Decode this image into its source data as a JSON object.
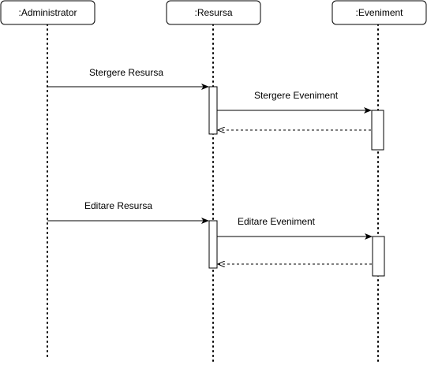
{
  "participants": [
    {
      "id": "administrator",
      "label": ":Administrator"
    },
    {
      "id": "resursa",
      "label": ":Resursa"
    },
    {
      "id": "eveniment",
      "label": ":Eveniment"
    }
  ],
  "messages": [
    {
      "id": "stergere-resursa",
      "label": "Stergere Resursa",
      "from": "administrator",
      "to": "resursa",
      "kind": "sync"
    },
    {
      "id": "stergere-eveniment",
      "label": "Stergere Eveniment",
      "from": "resursa",
      "to": "eveniment",
      "kind": "sync"
    },
    {
      "id": "return-stergere",
      "label": "",
      "from": "eveniment",
      "to": "resursa",
      "kind": "return"
    },
    {
      "id": "editare-resursa",
      "label": "Editare Resursa",
      "from": "administrator",
      "to": "resursa",
      "kind": "sync"
    },
    {
      "id": "editare-eveniment",
      "label": "Editare Eveniment",
      "from": "resursa",
      "to": "eveniment",
      "kind": "sync"
    },
    {
      "id": "return-editare",
      "label": "",
      "from": "eveniment",
      "to": "resursa",
      "kind": "return"
    }
  ],
  "colors": {
    "line": "#000000",
    "box_fill": "#ffffff",
    "text": "#000000"
  }
}
